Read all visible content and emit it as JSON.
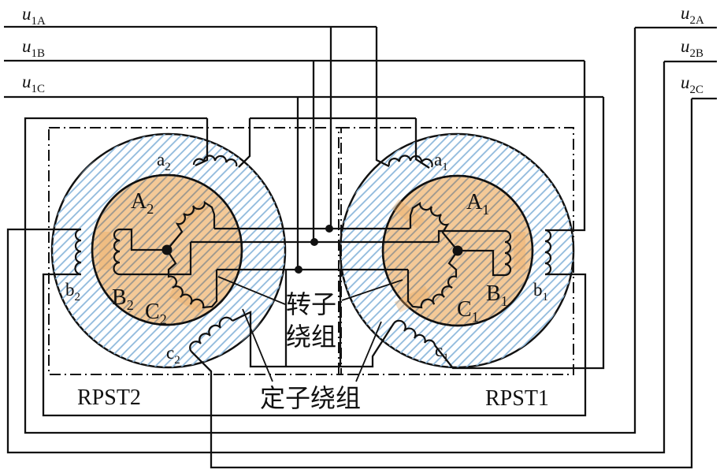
{
  "figure": {
    "type": "electrical-schematic",
    "description": "Two rotary phase-shifting transformers (RPST) wiring diagram",
    "buses_left": [
      {
        "base": "u",
        "sub": "1A"
      },
      {
        "base": "u",
        "sub": "1B"
      },
      {
        "base": "u",
        "sub": "1C"
      }
    ],
    "buses_right": [
      {
        "base": "u",
        "sub": "2A"
      },
      {
        "base": "u",
        "sub": "2B"
      },
      {
        "base": "u",
        "sub": "2C"
      }
    ],
    "stator_windings": {
      "a2": {
        "base": "a",
        "sub": "2"
      },
      "b2": {
        "base": "b",
        "sub": "2"
      },
      "c2": {
        "base": "c",
        "sub": "2"
      },
      "a1": {
        "base": "a",
        "sub": "1"
      },
      "b1": {
        "base": "b",
        "sub": "1"
      },
      "c1": {
        "base": "c",
        "sub": "1"
      }
    },
    "rotor_windings": {
      "A2": {
        "base": "A",
        "sub": "2"
      },
      "B2": {
        "base": "B",
        "sub": "2"
      },
      "C2": {
        "base": "C",
        "sub": "2"
      },
      "A1": {
        "base": "A",
        "sub": "1"
      },
      "B1": {
        "base": "B",
        "sub": "1"
      },
      "C1": {
        "base": "C",
        "sub": "1"
      }
    },
    "units": {
      "left": "RPST2",
      "right": "RPST1"
    },
    "annotations": {
      "rotor_label_line1": "转子",
      "rotor_label_line2": "绕组",
      "stator_label": "定子绕组"
    },
    "colors": {
      "wire": "#111111",
      "stator_hatch_blue": "#8fb9dc",
      "rotor_fill_orange": "#f4c997",
      "rotor_hatch_gray": "#9b978f",
      "rotor_slot_mark": "#eba75e"
    }
  }
}
